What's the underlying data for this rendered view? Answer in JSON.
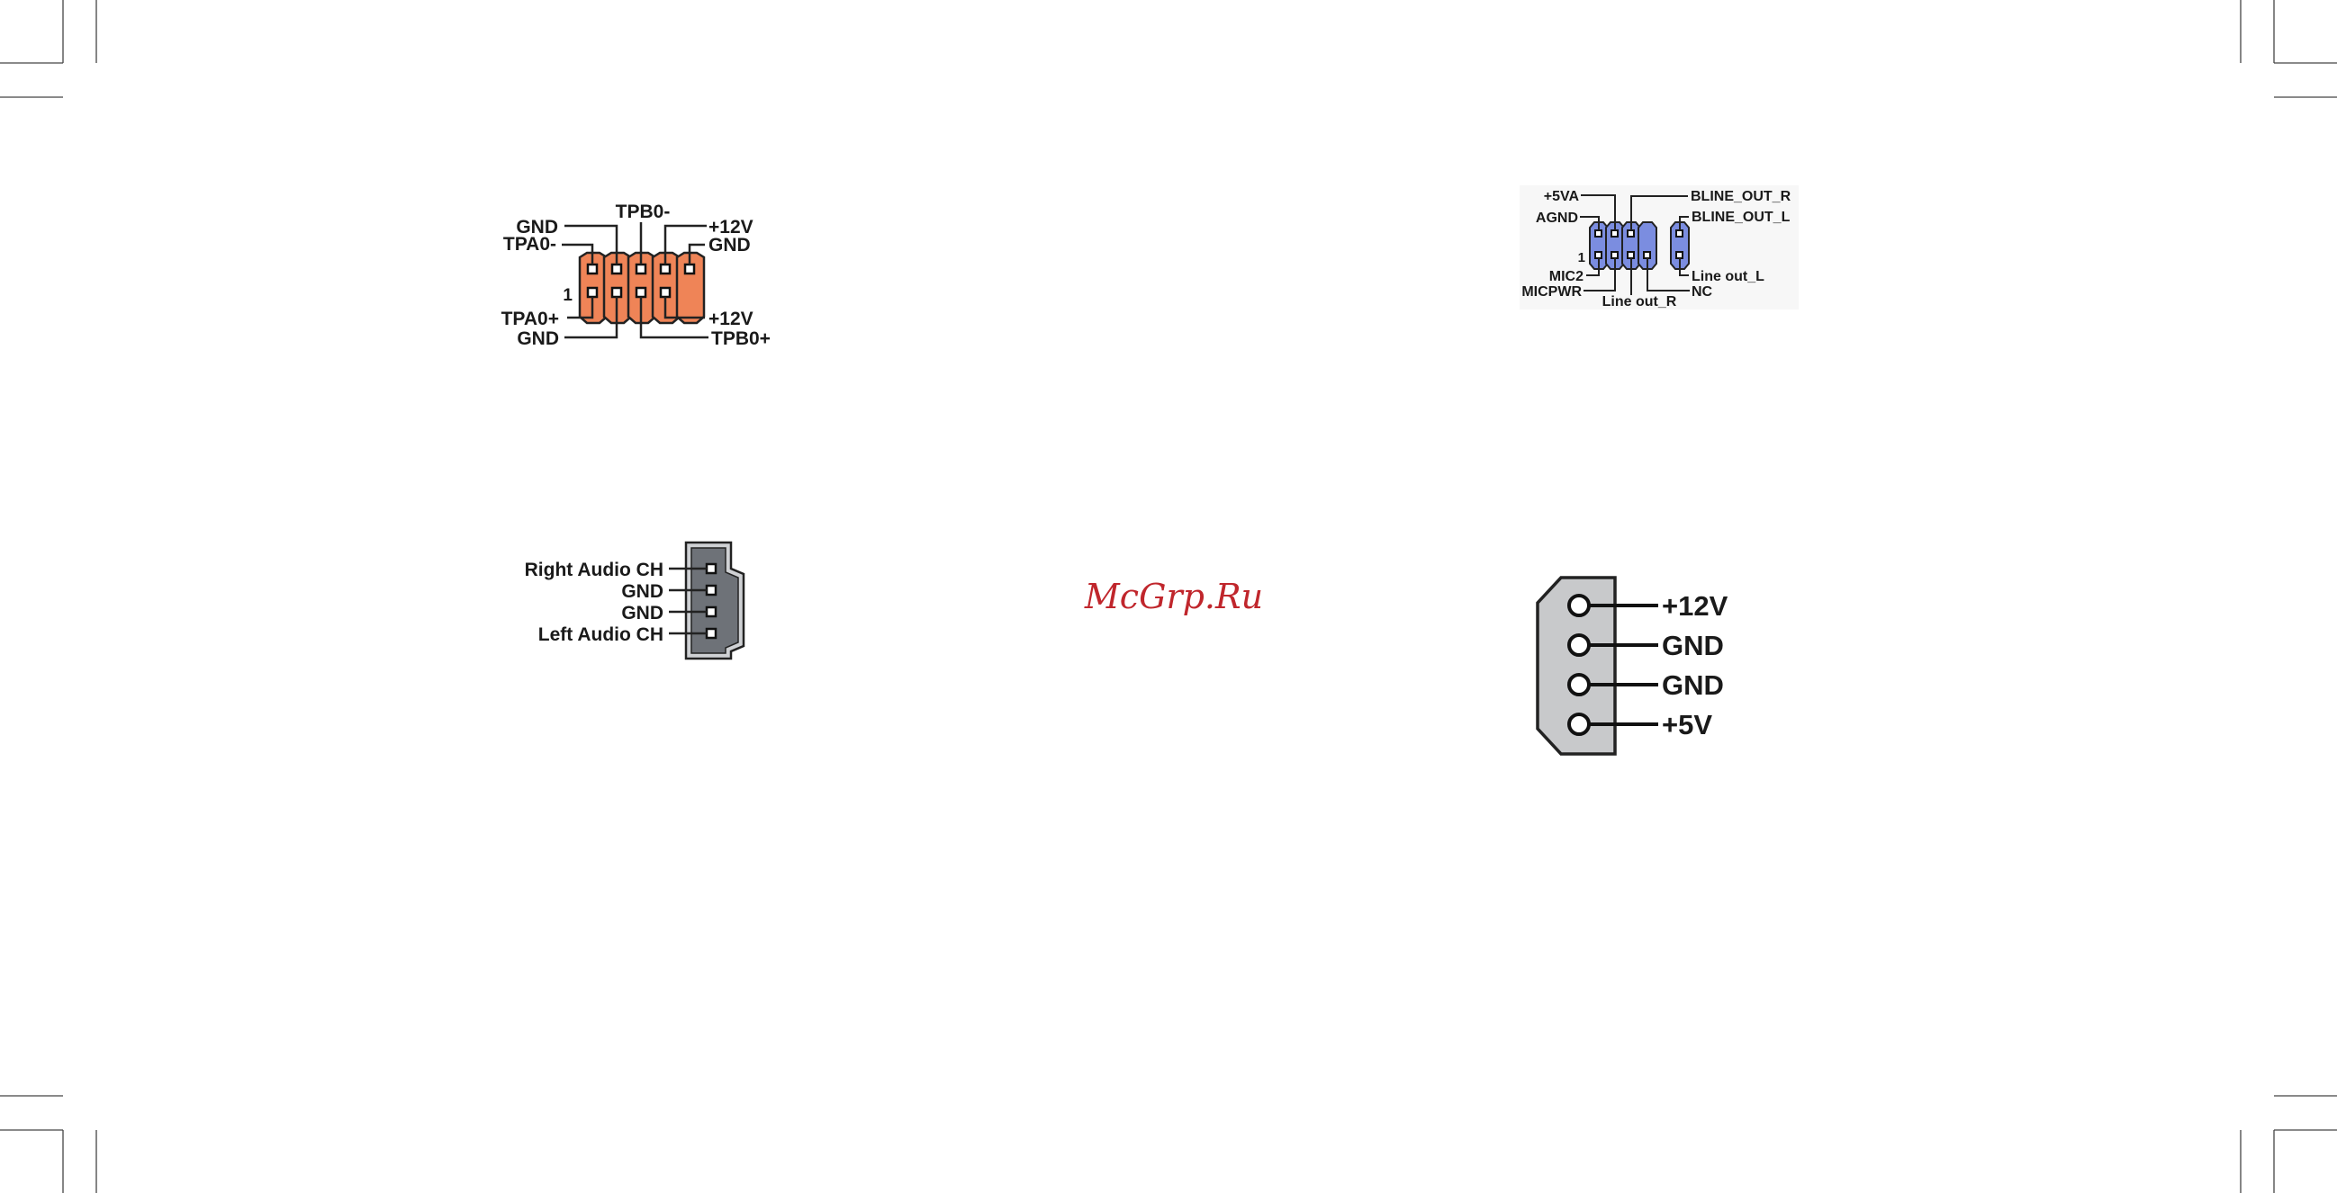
{
  "watermark": "McGrp.Ru",
  "colors": {
    "ieee_header": "#ef8457",
    "audio_header": "#7b8de0",
    "cdin_body": "#6e7278",
    "power_body": "#c8c9cb",
    "watermark": "#c0262c"
  },
  "ieee1394_header": {
    "pin1_marker": "1",
    "top_labels": [
      "GND",
      "TPA0-",
      "TPB0-",
      "+12V",
      "GND"
    ],
    "bottom_labels": [
      "TPA0+",
      "GND",
      "TPB0+",
      "+12V"
    ]
  },
  "front_audio_header": {
    "pin1_marker": "1",
    "top_labels": [
      "+5VA",
      "AGND",
      "BLINE_OUT_R",
      "BLINE_OUT_L"
    ],
    "bottom_labels": [
      "MIC2",
      "MICPWR",
      "Line out_R",
      "NC",
      "Line out_L"
    ]
  },
  "cd_in_connector": {
    "pins": [
      "Right Audio CH",
      "GND",
      "GND",
      "Left Audio CH"
    ]
  },
  "power_connector": {
    "pins": [
      "+12V",
      "GND",
      "GND",
      "+5V"
    ]
  }
}
